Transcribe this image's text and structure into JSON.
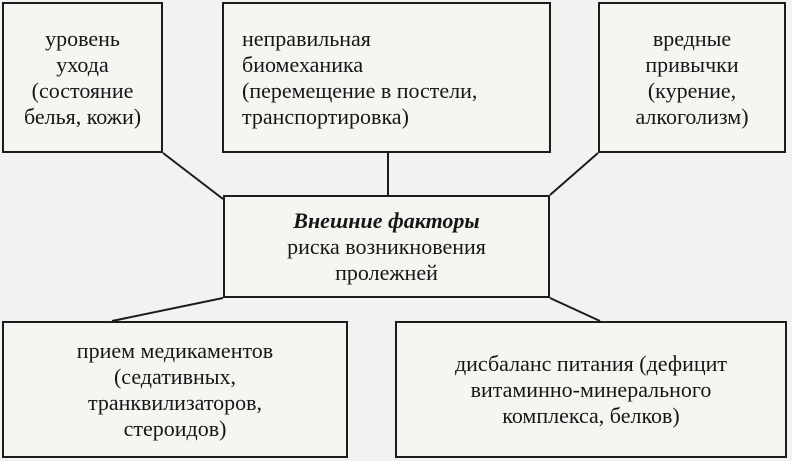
{
  "nodes": {
    "care": {
      "lines": [
        "уровень",
        "ухода",
        "(состояние",
        "белья, кожи)"
      ]
    },
    "biomechanics": {
      "lines": [
        "неправильная",
        "биомеханика",
        "(перемещение в постели,",
        "транспортировка)"
      ]
    },
    "habits": {
      "lines": [
        "вредные",
        "привычки",
        "(курение,",
        "алкоголизм)"
      ]
    },
    "center": {
      "title": "Внешние факторы",
      "lines": [
        "риска возникновения",
        "пролежней"
      ]
    },
    "medications": {
      "lines": [
        "прием медикаментов",
        "(седативных,",
        "транквилизаторов,",
        "стероидов)"
      ]
    },
    "nutrition": {
      "lines": [
        "дисбаланс питания (дефицит",
        "витаминно-минерального",
        "комплекса, белков)"
      ]
    }
  },
  "colors": {
    "background": "#f2f2f0",
    "stroke": "#1c1c1c",
    "text": "#161616"
  }
}
